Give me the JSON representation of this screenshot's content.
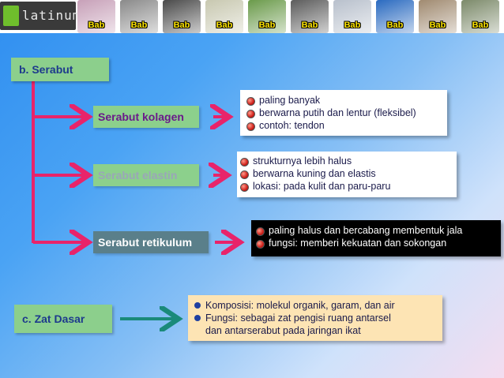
{
  "logo": {
    "text": "latinum"
  },
  "tabs": [
    {
      "label": "Bab",
      "color": "#c7a0b8"
    },
    {
      "label": "Bab",
      "color": "#8a8a8a"
    },
    {
      "label": "Bab",
      "color": "#4a4a4a"
    },
    {
      "label": "Bab",
      "color": "#c8c8b0"
    },
    {
      "label": "Bab",
      "color": "#6a9a4a"
    },
    {
      "label": "Bab",
      "color": "#5c5c5c"
    },
    {
      "label": "Bab",
      "color": "#b8c0cc"
    },
    {
      "label": "Bab",
      "color": "#2a6ac0"
    },
    {
      "label": "Bab",
      "color": "#a08a70"
    },
    {
      "label": "Bab",
      "color": "#7c8a6a"
    }
  ],
  "section_b": {
    "label": "b. Serabut"
  },
  "fibers": [
    {
      "name": "Serabut kolagen",
      "name_color": "#6a1a8a",
      "box_bg": "#8cd08c",
      "info_bg": "#ffffff",
      "info_text_color": "#1a1a4a",
      "bullet": "red",
      "items": [
        "paling banyak",
        "berwarna putih dan lentur (fleksibel)",
        "contoh: tendon"
      ]
    },
    {
      "name": "Serabut elastin",
      "name_color": "#9aa6b8",
      "box_bg": "#8cd08c",
      "info_bg": "#ffffff",
      "info_text_color": "#1a1a4a",
      "bullet": "red",
      "items": [
        "strukturnya lebih halus",
        "berwarna kuning dan elastis",
        "lokasi: pada kulit dan paru-paru"
      ]
    },
    {
      "name": "Serabut retikulum",
      "name_color": "#ffffff",
      "box_bg": "#5a7f8a",
      "info_bg": "#000000",
      "info_text_color": "#ffffff",
      "bullet": "red",
      "items": [
        "paling halus dan bercabang membentuk jala",
        "fungsi: memberi kekuatan dan sokongan"
      ]
    }
  ],
  "section_c": {
    "label": "c. Zat Dasar",
    "items": [
      "Komposisi: molekul organik, garam, dan air",
      "Fungsi: sebagai zat pengisi ruang antarsel",
      "dan antarserabut pada jaringan ikat"
    ]
  },
  "colors": {
    "arrow_pink": "#e8246a",
    "arrow_teal": "#1a8a7a",
    "info_c_bg": "#fde4b4"
  }
}
